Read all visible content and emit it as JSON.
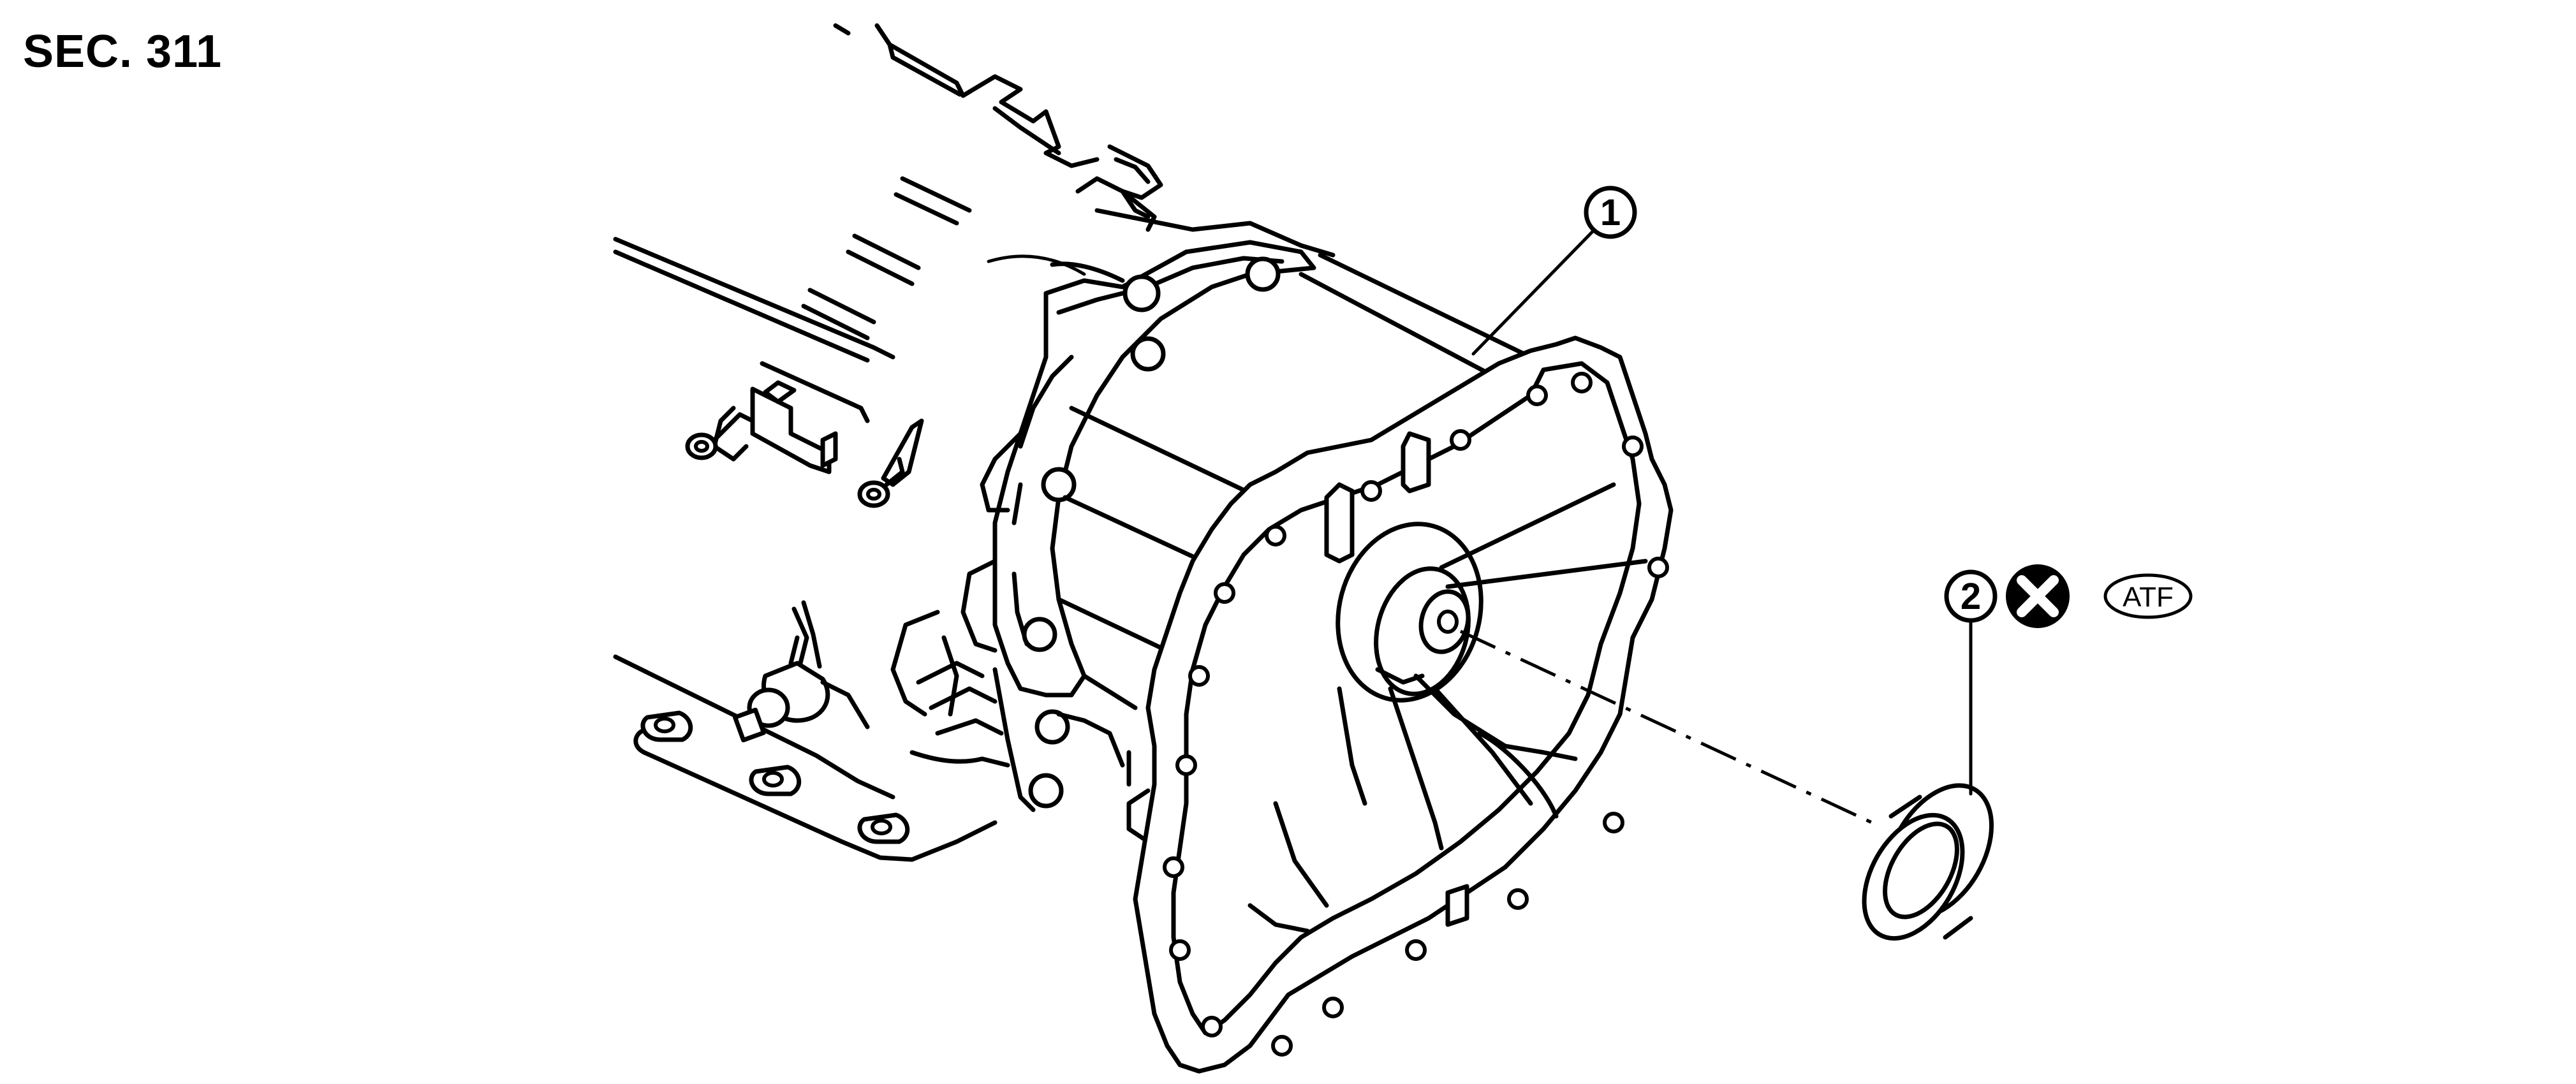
{
  "section": {
    "label": "SEC. 311"
  },
  "callouts": [
    {
      "id": "1",
      "label": "1",
      "part": "transmission-case"
    },
    {
      "id": "2",
      "label": "2",
      "part": "oil-seal"
    }
  ],
  "symbols": {
    "do_not_reuse_icon": "x-circle-icon",
    "fluid_label": "ATF"
  },
  "colors": {
    "line": "#000000",
    "background": "#ffffff"
  }
}
